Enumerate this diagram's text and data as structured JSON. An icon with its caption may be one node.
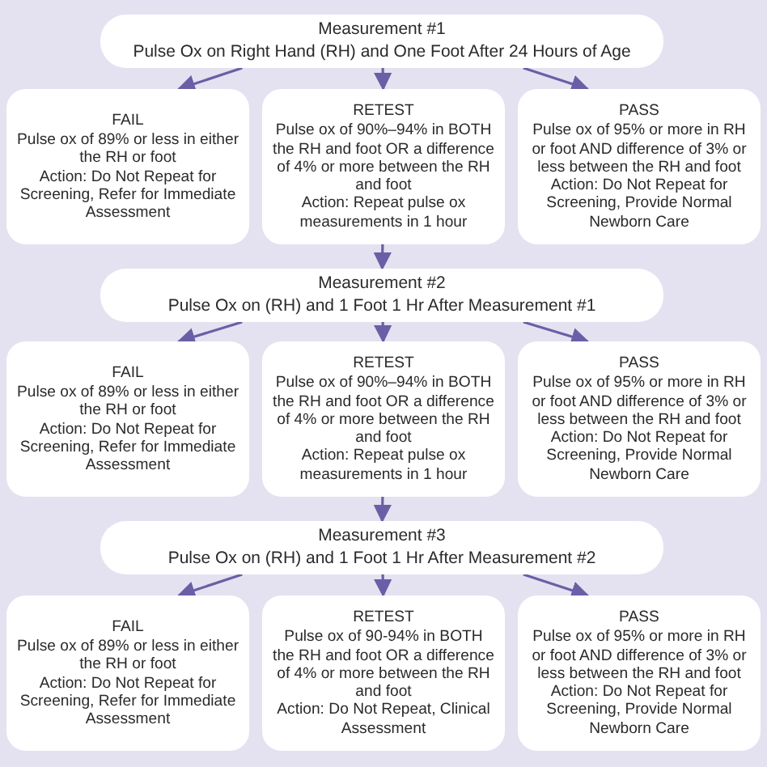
{
  "diagram": {
    "nodes": [
      {
        "text": [
          "Measurement #1",
          "Pulse Ox on Right Hand (RH) and One Foot After 24 Hours of Age"
        ]
      },
      {
        "text": [
          "FAIL",
          "Pulse ox of 89% or less in either the RH or foot",
          "Action: Do Not Repeat for Screening, Refer for Immediate Assessment"
        ]
      },
      {
        "text": [
          "RETEST",
          "Pulse ox of 90%–94% in BOTH the RH and foot OR a difference of 4% or more between the RH and foot",
          "Action: Repeat pulse ox measurements in 1 hour"
        ]
      },
      {
        "text": [
          "PASS",
          "Pulse ox of 95% or more in RH or foot AND difference of 3% or less between the RH and foot",
          "Action: Do Not Repeat for Screening, Provide Normal Newborn Care"
        ]
      },
      {
        "text": [
          "Measurement #2",
          "Pulse Ox on (RH) and 1 Foot 1 Hr After Measurement #1"
        ]
      },
      {
        "text": [
          "FAIL",
          "Pulse ox of 89% or less in either the RH or foot",
          "Action: Do Not Repeat for Screening, Refer for Immediate Assessment"
        ]
      },
      {
        "text": [
          "RETEST",
          "Pulse ox of 90%–94% in BOTH the RH and foot OR a difference of 4% or more between the RH and foot",
          "Action: Repeat pulse ox measurements in 1 hour"
        ]
      },
      {
        "text": [
          "PASS",
          "Pulse ox of 95% or more in RH or foot AND difference of 3% or less between the RH and foot",
          "Action: Do Not Repeat for Screening, Provide Normal Newborn Care"
        ]
      },
      {
        "text": [
          "Measurement #3",
          "Pulse Ox on (RH) and 1 Foot 1 Hr After Measurement #2"
        ]
      },
      {
        "text": [
          "FAIL",
          "Pulse ox of 89% or less in either the RH or foot",
          "Action: Do Not Repeat for Screening, Refer for Immediate Assessment"
        ]
      },
      {
        "text": [
          "RETEST",
          "Pulse ox of 90-94% in BOTH the RH and foot OR a difference of 4% or more between the RH and foot",
          "Action: Do Not Repeat, Clinical Assessment"
        ]
      },
      {
        "text": [
          "PASS",
          "Pulse ox of 95% or more in RH or foot AND difference of 3% or less between the RH and foot",
          "Action: Do Not Repeat for Screening, Provide Normal Newborn Care"
        ]
      }
    ],
    "edges": [
      {
        "from": 0,
        "to": 1,
        "arrow": "to"
      },
      {
        "from": 0,
        "to": 2,
        "arrow": "to"
      },
      {
        "from": 0,
        "to": 3,
        "arrow": "to"
      },
      {
        "from": 2,
        "to": 4,
        "arrow": "to"
      },
      {
        "from": 4,
        "to": 5,
        "arrow": "to"
      },
      {
        "from": 4,
        "to": 6,
        "arrow": "to"
      },
      {
        "from": 4,
        "to": 7,
        "arrow": "to"
      },
      {
        "from": 6,
        "to": 8,
        "arrow": "to"
      },
      {
        "from": 8,
        "to": 9,
        "arrow": "to"
      },
      {
        "from": 8,
        "to": 10,
        "arrow": "to"
      },
      {
        "from": 8,
        "to": 11,
        "arrow": "to"
      }
    ]
  }
}
